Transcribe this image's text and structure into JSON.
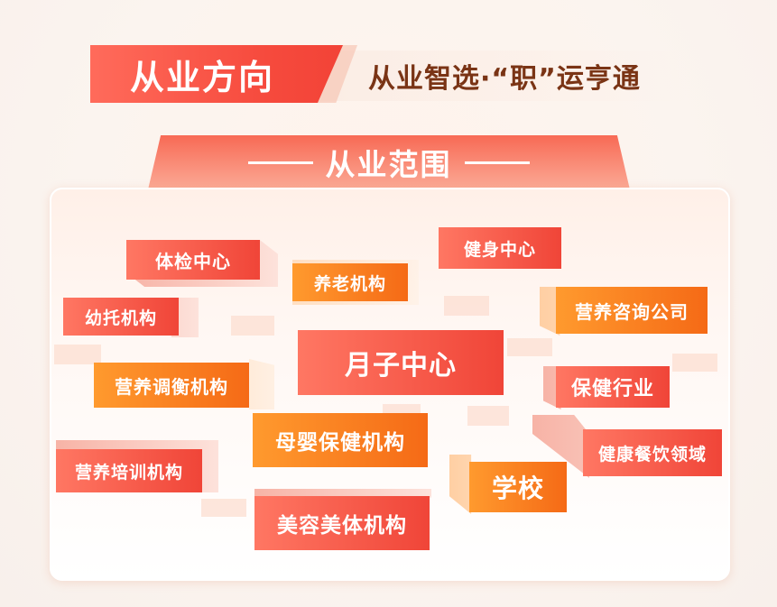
{
  "header": {
    "tab_title": "从业方向",
    "subtitle": "从业智选·“职”运亨通"
  },
  "scope": {
    "label": "从业范围"
  },
  "blocks": [
    {
      "text": "体检中心"
    },
    {
      "text": "养老机构"
    },
    {
      "text": "健身中心"
    },
    {
      "text": "幼托机构"
    },
    {
      "text": "营养咨询公司"
    },
    {
      "text": "月子中心"
    },
    {
      "text": "营养调衡机构"
    },
    {
      "text": "保健行业"
    },
    {
      "text": "母婴保健机构"
    },
    {
      "text": "健康餐饮领域"
    },
    {
      "text": "营养培训机构"
    },
    {
      "text": "学校"
    },
    {
      "text": "美容美体机构"
    }
  ],
  "colors": {
    "red": "#f04538",
    "orange": "#f56a16",
    "brown": "#7a3415"
  }
}
